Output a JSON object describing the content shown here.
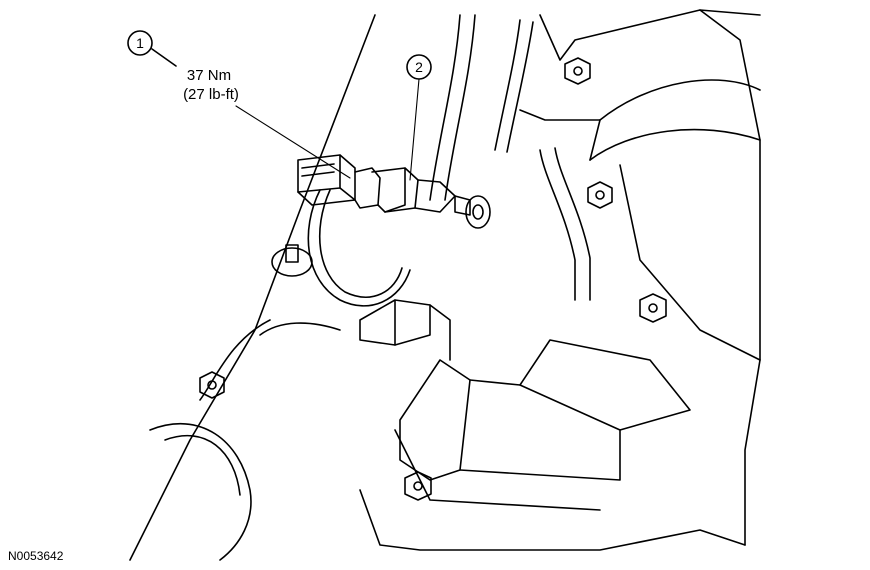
{
  "callouts": [
    {
      "number": "1",
      "torque_nm": "37 Nm",
      "torque_lbft": "(27 lb-ft)"
    },
    {
      "number": "2"
    }
  ],
  "figure_id": "N0053642"
}
